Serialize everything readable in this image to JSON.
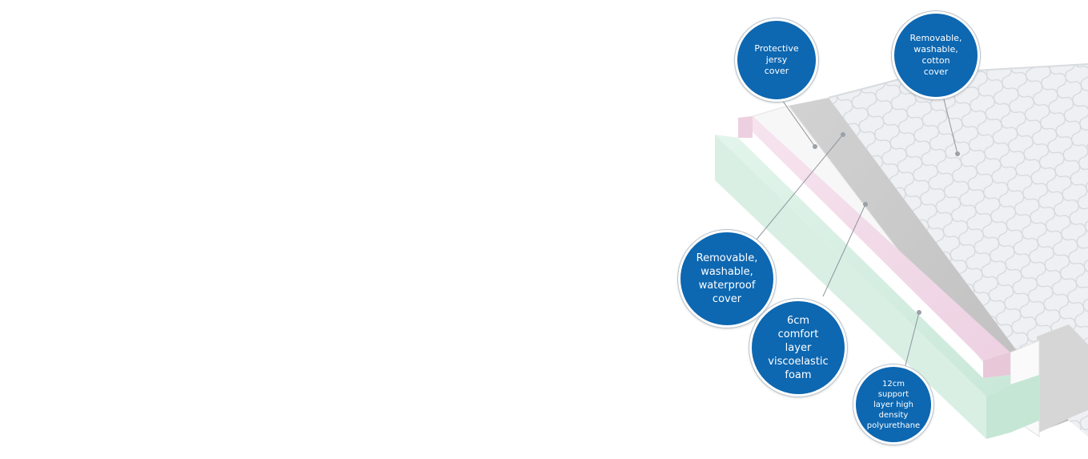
{
  "labels": {
    "protective_cover": "Protective\njersy\ncover",
    "cotton_cover": "Removable,\nwashable,\ncotton\ncover",
    "waterproof_cover": "Removable,\nwashable,\nwaterproof\ncover",
    "comfort_layer": "6cm\ncomfort\nlayer\nviscoelastic\nfoam",
    "support_layer": "12cm\nsupport\nlayer high\ndensity\npolyurethane"
  },
  "colors": {
    "bubble": "#0d67b1",
    "comfort_foam": "#f1dbe8",
    "support_foam": "#d6efe3",
    "cover_band": "#c9c9c9",
    "quilted_top": "#f2f3f5"
  }
}
